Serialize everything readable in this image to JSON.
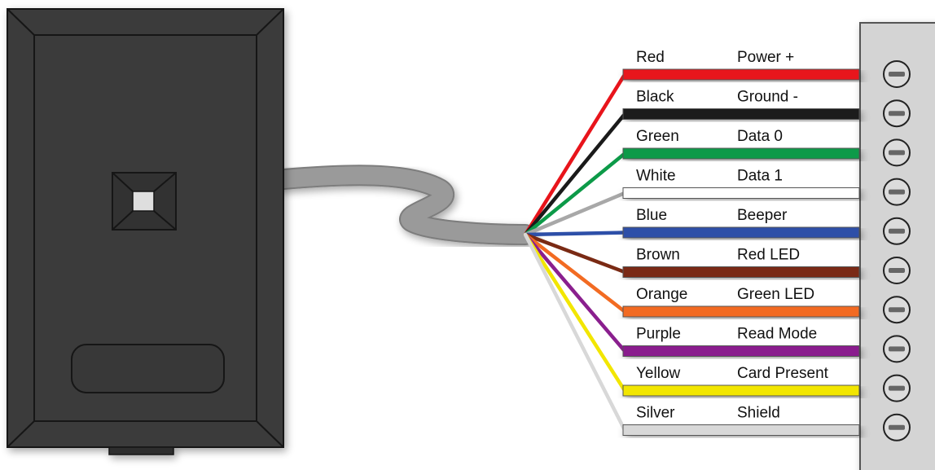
{
  "colors": {
    "reader_body": "#3b3b3b",
    "reader_border": "#151515",
    "cable": "#9a9a9a",
    "terminal_block": "#d4d4d4",
    "background": "#ffffff"
  },
  "reader": {
    "icon": "card-reader-device"
  },
  "terminal": {
    "icon": "terminal-block",
    "screw_icon": "screw-terminal-icon"
  },
  "wires": [
    {
      "color_name": "Red",
      "function": "Power +",
      "color": "#e8141b"
    },
    {
      "color_name": "Black",
      "function": "Ground -",
      "color": "#1a1a1a"
    },
    {
      "color_name": "Green",
      "function": "Data 0",
      "color": "#0c9a48"
    },
    {
      "color_name": "White",
      "function": "Data 1",
      "color": "#ffffff"
    },
    {
      "color_name": "Blue",
      "function": "Beeper",
      "color": "#2d4fa8"
    },
    {
      "color_name": "Brown",
      "function": "Red LED",
      "color": "#7a2a14"
    },
    {
      "color_name": "Orange",
      "function": "Green LED",
      "color": "#f26b22"
    },
    {
      "color_name": "Purple",
      "function": "Read Mode",
      "color": "#8a1f8e"
    },
    {
      "color_name": "Yellow",
      "function": "Card Present",
      "color": "#f2e600"
    },
    {
      "color_name": "Silver",
      "function": "Shield",
      "color": "#d8d8d8"
    }
  ]
}
